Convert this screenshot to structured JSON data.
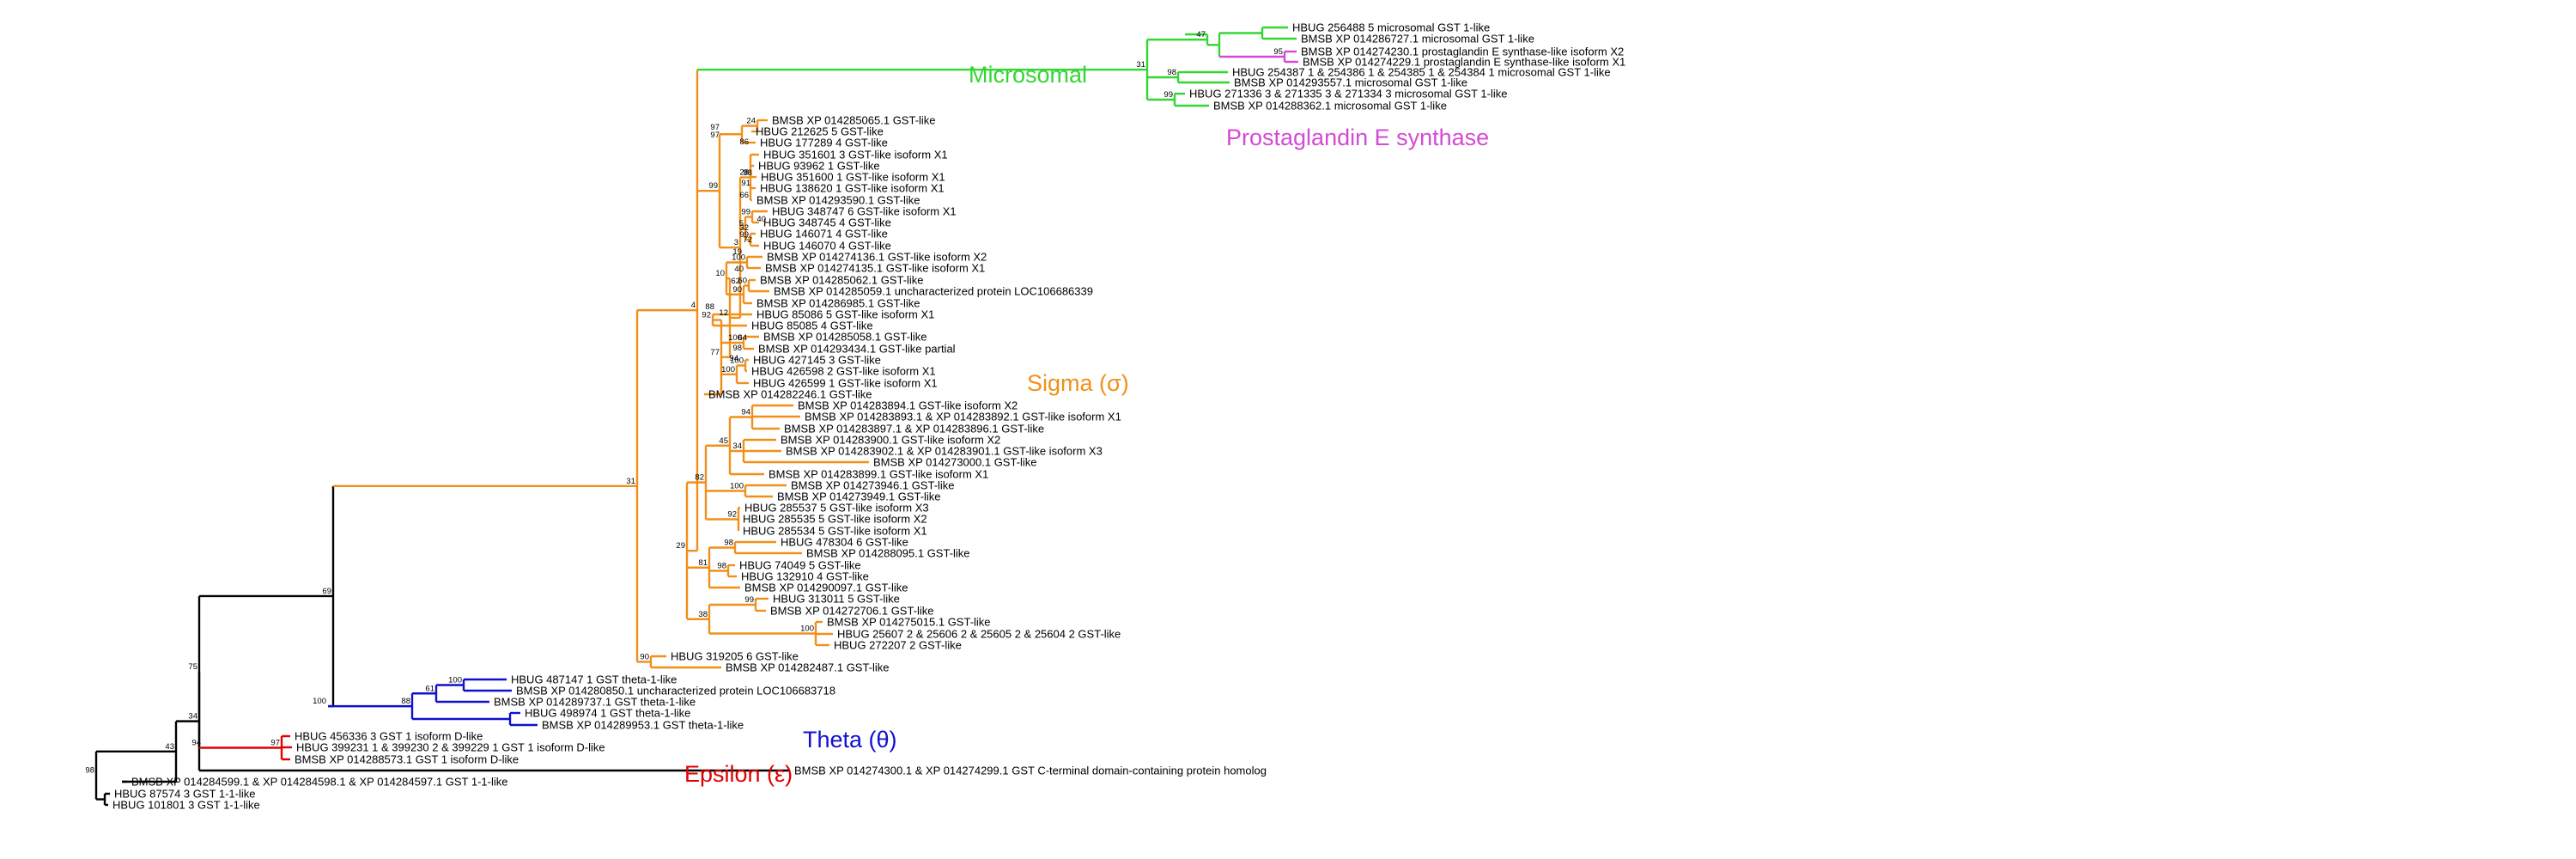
{
  "colors": {
    "outgroup": "#000000",
    "epsilon": "#e00000",
    "theta": "#1010d0",
    "sigma": "#f0901a",
    "microsomal": "#33d633",
    "prostaglandin": "#d44ad4"
  },
  "clade_labels": {
    "microsomal": "Microsomal",
    "prostaglandin": "Prostaglandin E synthase",
    "sigma": "Sigma (σ)",
    "theta": "Theta (θ)",
    "epsilon": "Epsilon (ε)"
  },
  "leaves": [
    "HBUG 256488 5 microsomal GST 1-like",
    "BMSB XP 014286727.1 microsomal GST 1-like",
    "BMSB XP 014274230.1 prostaglandin E synthase-like isoform X2",
    "BMSB XP 014274229.1 prostaglandin E synthase-like isoform X1",
    "HBUG 254387 1 & 254386 1 & 254385 1 & 254384 1 microsomal GST 1-like",
    "BMSB XP 014293557.1 microsomal GST 1-like",
    "HBUG 271336 3 & 271335 3 & 271334 3 microsomal GST 1-like",
    "BMSB XP 014288362.1 microsomal GST 1-like",
    "BMSB XP 014285065.1 GST-like",
    "HBUG 212625 5 GST-like",
    "HBUG 177289 4 GST-like",
    "HBUG 351601 3 GST-like isoform X1",
    "HBUG 93962 1 GST-like",
    "HBUG 351600 1 GST-like isoform X1",
    "HBUG 138620 1 GST-like isoform X1",
    "BMSB XP 014293590.1 GST-like",
    "HBUG 348747 6 GST-like isoform X1",
    "HBUG 348745 4 GST-like",
    "HBUG 146071 4 GST-like",
    "HBUG 146070 4 GST-like",
    "BMSB XP 014274136.1 GST-like isoform X2",
    "BMSB XP 014274135.1 GST-like isoform X1",
    "BMSB XP 014285062.1 GST-like",
    "BMSB XP 014285059.1 uncharacterized protein LOC106686339",
    "BMSB XP 014286985.1 GST-like",
    "HBUG 85086 5 GST-like isoform X1",
    "HBUG 85085 4 GST-like",
    "BMSB XP 014285058.1 GST-like",
    "BMSB XP 014293434.1 GST-like partial",
    "HBUG 427145 3 GST-like",
    "HBUG 426598 2 GST-like isoform X1",
    "HBUG 426599 1 GST-like isoform X1",
    "BMSB XP 014282246.1 GST-like",
    "BMSB XP 014283894.1 GST-like isoform X2",
    "BMSB XP 014283893.1 & XP 014283892.1 GST-like isoform X1",
    "BMSB XP 014283897.1 & XP 014283896.1 GST-like",
    "BMSB XP 014283900.1 GST-like isoform X2",
    "BMSB XP 014283902.1 & XP 014283901.1 GST-like isoform X3",
    "BMSB XP 014273000.1 GST-like",
    "BMSB XP 014283899.1 GST-like isoform X1",
    "BMSB XP 014273946.1 GST-like",
    "BMSB XP 014273949.1 GST-like",
    "HBUG 285537 5 GST-like isoform X3",
    "HBUG 285535 5 GST-like isoform X2",
    "HBUG 285534 5 GST-like isoform X1",
    "HBUG 478304 6 GST-like",
    "BMSB XP 014288095.1 GST-like",
    "HBUG 74049 5 GST-like",
    "HBUG 132910 4 GST-like",
    "BMSB XP 014290097.1 GST-like",
    "HBUG 313011 5 GST-like",
    "BMSB XP 014272706.1 GST-like",
    "BMSB XP 014275015.1 GST-like",
    "HBUG 25607 2 & 25606 2 & 25605 2 & 25604 2 GST-like",
    "HBUG 272207 2 GST-like",
    "HBUG 319205 6 GST-like",
    "BMSB XP 014282487.1 GST-like",
    "HBUG 487147 1 GST theta-1-like",
    "BMSB XP 014280850.1 uncharacterized protein LOC106683718",
    "BMSB XP 014289737.1 GST theta-1-like",
    "HBUG 498974 1 GST theta-1-like",
    "BMSB XP 014289953.1 GST theta-1-like",
    "HBUG 456336 3 GST 1 isoform D-like",
    "HBUG 399231 1 & 399230 2 & 399229 1 GST 1 isoform D-like",
    "BMSB XP 014288573.1 GST 1 isoform D-like",
    "BMSB XP 014274300.1 & XP 014274299.1 GST C-terminal domain-containing protein homolog",
    "BMSB XP 014284599.1 & XP 014284598.1 & XP 014284597.1 GST 1-1-like",
    "HBUG 87574 3 GST 1-1-like",
    "HBUG 101801 3 GST 1-1-like"
  ],
  "bootstrap": [
    "97",
    "47",
    "95",
    "31",
    "98",
    "99",
    "99",
    "4",
    "24",
    "97",
    "28",
    "86",
    "98",
    "91",
    "3",
    "99",
    "99",
    "5",
    "10",
    "100",
    "66",
    "60",
    "90",
    "40",
    "92",
    "100",
    "100",
    "100",
    "32",
    "12",
    "77",
    "94",
    "72",
    "19",
    "40",
    "34",
    "45",
    "62",
    "100",
    "88",
    "64",
    "92",
    "82",
    "98",
    "81",
    "98",
    "98",
    "99",
    "94",
    "100",
    "38",
    "29",
    "31",
    "69",
    "90",
    "100",
    "61",
    "88",
    "100",
    "75",
    "97",
    "94",
    "43",
    "34",
    "98"
  ]
}
